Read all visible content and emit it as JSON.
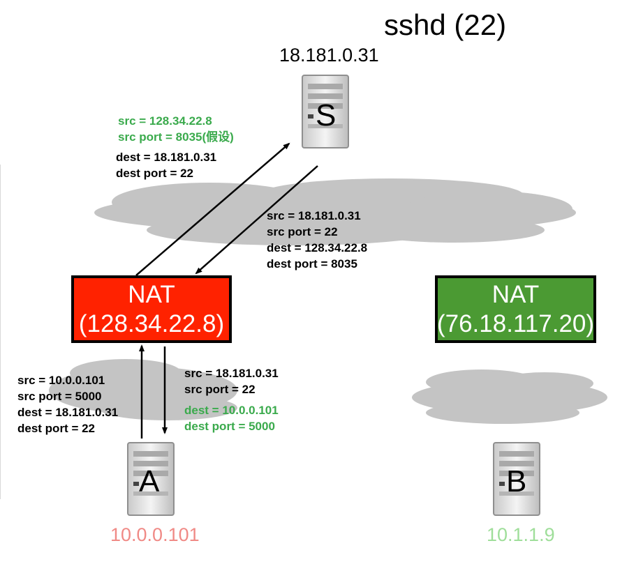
{
  "title": "sshd (22)",
  "server_s": {
    "letter": "S",
    "ip": "18.181.0.31"
  },
  "client_a": {
    "letter": "A",
    "ip": "10.0.0.101",
    "ip_color": "#f08a86"
  },
  "client_b": {
    "letter": "B",
    "ip": "10.1.1.9",
    "ip_color": "#9fde9a"
  },
  "nat_left": {
    "line1": "NAT",
    "line2": "(128.34.22.8)",
    "color": "#ff2200"
  },
  "nat_right": {
    "line1": "NAT",
    "line2": "(76.18.117.20)",
    "color": "#4b9a33"
  },
  "packets": {
    "nat_to_s": {
      "src": "src = 128.34.22.8",
      "src_port": "src port = 8035(假设)",
      "dest": "dest = 18.181.0.31",
      "dest_port": "dest port = 22"
    },
    "s_to_nat": {
      "src": "src = 18.181.0.31",
      "src_port": "src port = 22",
      "dest": "dest = 128.34.22.8",
      "dest_port": "dest port = 8035"
    },
    "a_to_nat": {
      "src": "src = 10.0.0.101",
      "src_port": "src port = 5000",
      "dest": "dest = 18.181.0.31",
      "dest_port": "dest port = 22"
    },
    "nat_to_a": {
      "src": "src = 18.181.0.31",
      "src_port": "src port = 22",
      "dest": "dest = 10.0.0.101",
      "dest_port": "dest port = 5000"
    }
  },
  "colors": {
    "highlight_green": "#3aaa4c",
    "cloud_gray": "#c4c4c4"
  },
  "icons": [
    "server-icon",
    "cloud-icon",
    "arrow-icon"
  ]
}
